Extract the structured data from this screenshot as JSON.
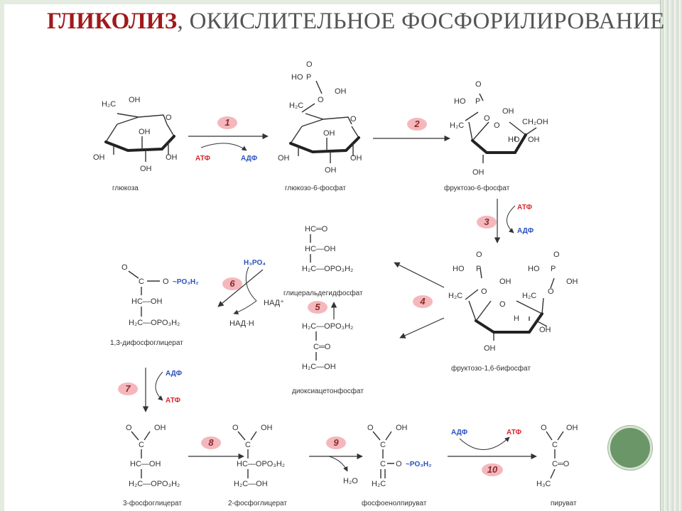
{
  "title": {
    "accent": "ГЛИКОЛИЗ",
    "rest": ", ОКИСЛИТЕЛЬНОЕ ФОСФОРИЛИРОВАНИЕ"
  },
  "colors": {
    "accent": "#a0191c",
    "atp": "#d9272e",
    "adp": "#2b4fbf",
    "step_badge": "#f4b8bc",
    "frame_green": "#6b9667"
  },
  "compounds": {
    "glucose": "глюкоза",
    "g6p": "глюкозо-6-фосфат",
    "f6p": "фруктозо-6-фосфат",
    "f16bp": "фруктозо-1,6-бифосфат",
    "gap": "глицеральдегидфосфат",
    "dhap": "диоксиацетонфосфат",
    "bpg13": "1,3-дифосфоглицерат",
    "pg3": "3-фосфоглицерат",
    "pg2": "2-фосфоглицерат",
    "pep": "фосфоенолпируват",
    "pyruvate": "пируват"
  },
  "cofactors": {
    "atp": "АТФ",
    "adp": "АДФ",
    "nad": "НАД⁺",
    "nadh": "НАД·Н",
    "h3po4": "H₃PO₄",
    "h2o": "H₂O"
  },
  "groups": {
    "oh": "OH",
    "h2c": "H₂C",
    "ch2oh": "CH₂OH",
    "ho": "HO",
    "h": "H",
    "o": "O",
    "p": "P",
    "cho": "HC═O",
    "ch_oh": "HC—OH",
    "h2c_opo3h2": "H₂C—OPO₃H₂",
    "c_o": "C═O",
    "h2c_oh": "H₂C—OH",
    "hc_opo3h2": "HC—OPO₃H₂",
    "c": "C",
    "opo3h2": "OPO₃H₂",
    "po3h2": "~PO₃H₂",
    "h3c": "H₃C"
  },
  "steps": [
    "1",
    "2",
    "3",
    "4",
    "5",
    "6",
    "7",
    "8",
    "9",
    "10"
  ]
}
